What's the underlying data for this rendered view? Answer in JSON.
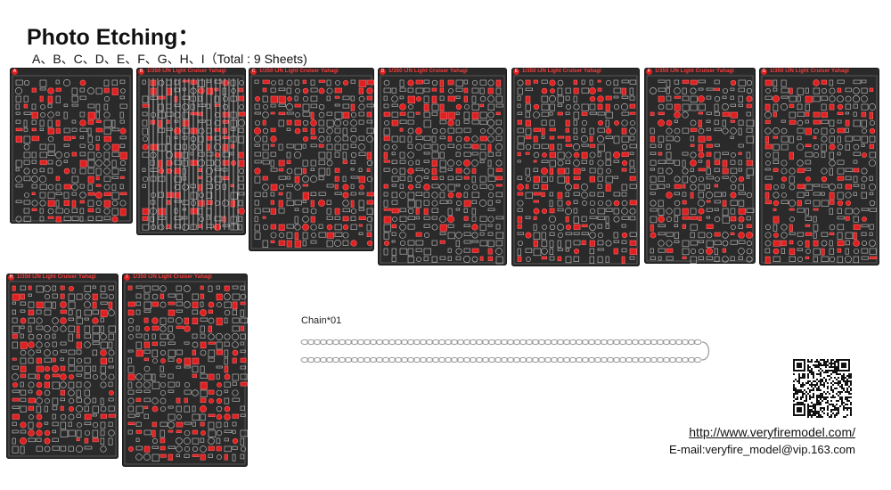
{
  "title": "Photo Etching：",
  "subtitle": "A、B、C、D、E、F、G、H、I（Total : 9 Sheets)",
  "sheet_header": "1/350 IJN Light Cruiser Yahagi",
  "sheets": [
    {
      "letter": "A"
    },
    {
      "letter": "B"
    },
    {
      "letter": "C"
    },
    {
      "letter": "D"
    },
    {
      "letter": "E"
    },
    {
      "letter": "F"
    },
    {
      "letter": "G"
    },
    {
      "letter": "H"
    },
    {
      "letter": "I"
    }
  ],
  "chain": {
    "label": "Chain*01"
  },
  "contact": {
    "url": "http://www.veryfiremodel.com/",
    "email": "E-mail:veryfire_model@vip.163.com"
  },
  "colors": {
    "sheet": "#2a2a2a",
    "accent": "#e02020",
    "parts": "#c9c9c9"
  }
}
